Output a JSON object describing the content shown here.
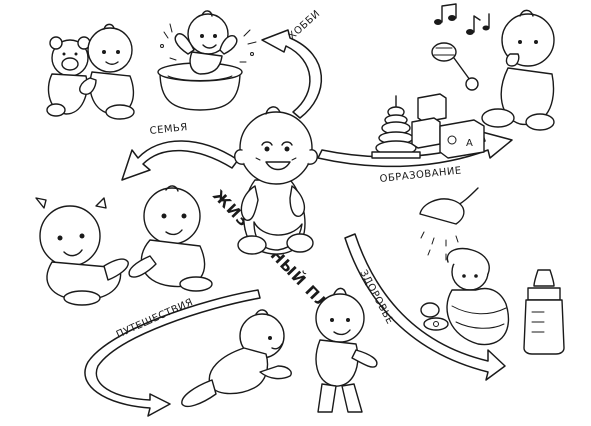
{
  "center_label": "ЖИЗНЕННЫЙ ПЛАН",
  "branches": {
    "hobby": "ХОББИ",
    "family": "СЕМЬЯ",
    "education": "ОБРАЗОВАНИЕ",
    "health": "ЗДОРОВЬЕ",
    "travel": "ПУТЕШЕСТВИЯ"
  },
  "block_letter": "A",
  "icons": [
    "baby-icon",
    "teddy-bear-icon",
    "bath-tub-icon",
    "music-notes-icon",
    "rattle-icon",
    "toy-blocks-icon",
    "stacking-rings-icon",
    "shower-icon",
    "pacifier-icon",
    "baby-bottle-icon"
  ]
}
